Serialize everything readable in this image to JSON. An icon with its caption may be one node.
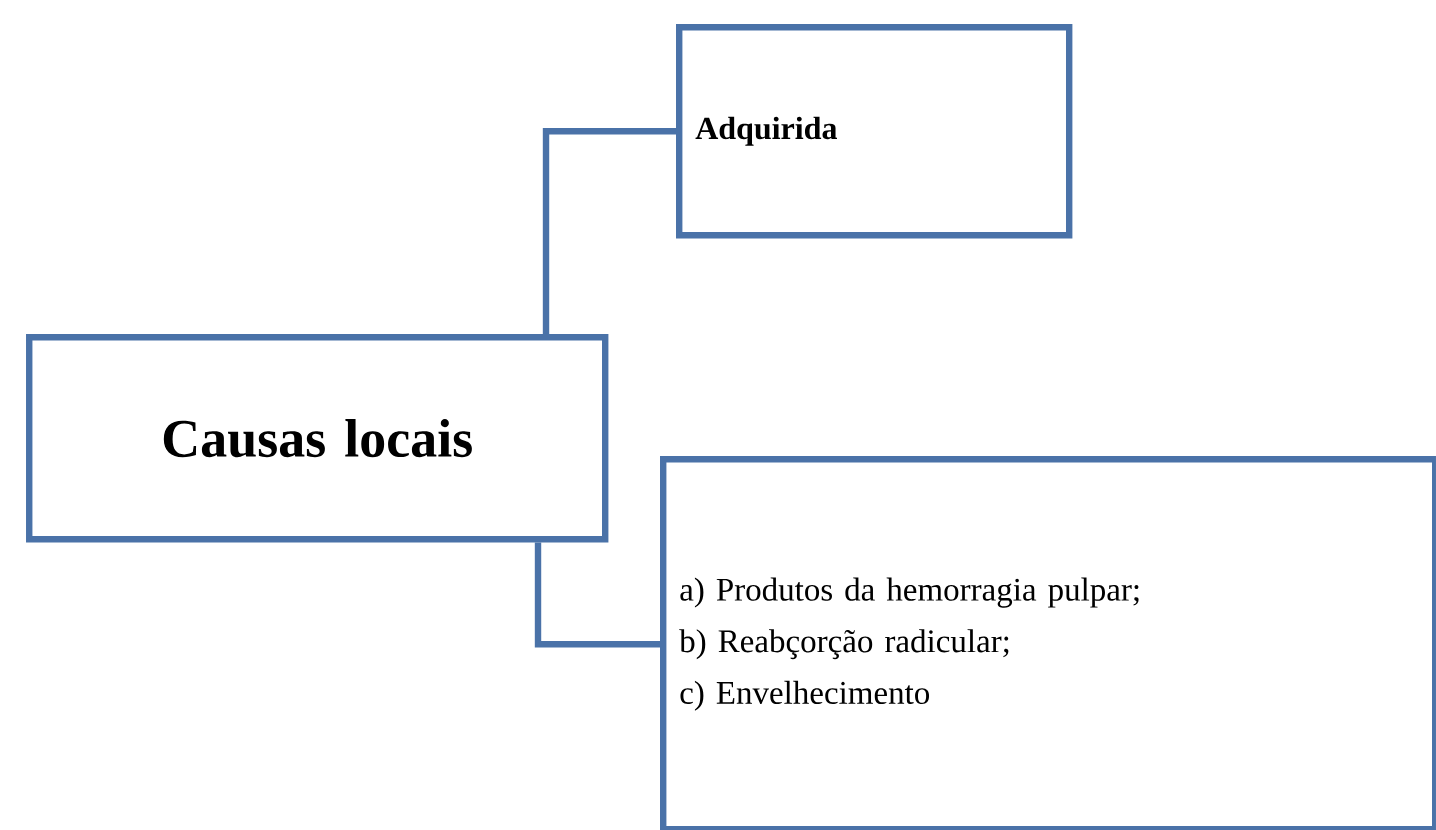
{
  "diagram": {
    "nodes": [
      {
        "text": [
          "Causas locais"
        ]
      },
      {
        "text": [
          "Adquirida"
        ]
      },
      {
        "text": [
          "a) Produtos da hemorragia pulpar;",
          "b) Reabçorção radicular;",
          "c) Envelhecimento"
        ]
      }
    ],
    "edges": [
      {
        "from": 0,
        "to": 1,
        "arrow": "none"
      },
      {
        "from": 0,
        "to": 2,
        "arrow": "none"
      }
    ]
  }
}
